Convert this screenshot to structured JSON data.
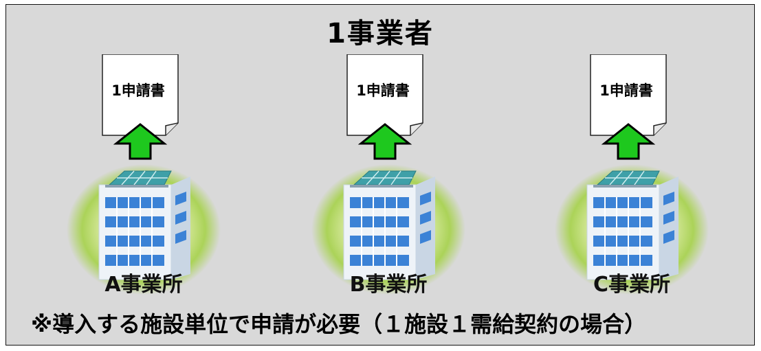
{
  "title": "1事業者",
  "units": [
    {
      "document_label": "1申請書",
      "facility_label": "A事業所"
    },
    {
      "document_label": "1申請書",
      "facility_label": "B事業所"
    },
    {
      "document_label": "1申請書",
      "facility_label": "C事業所"
    }
  ],
  "note": "※導入する施設単位で申請が必要（１施設１需給契約の場合）",
  "colors": {
    "background": "#d9d9d9",
    "arrow": "#1ec81e",
    "glow": "#a6d24a",
    "building": "#e8f0f8",
    "windows": "#3b82d6",
    "solar_panel": "#3fa0a8"
  },
  "icons": [
    "document-icon",
    "up-arrow-icon",
    "building-icon",
    "solar-panel-icon"
  ]
}
